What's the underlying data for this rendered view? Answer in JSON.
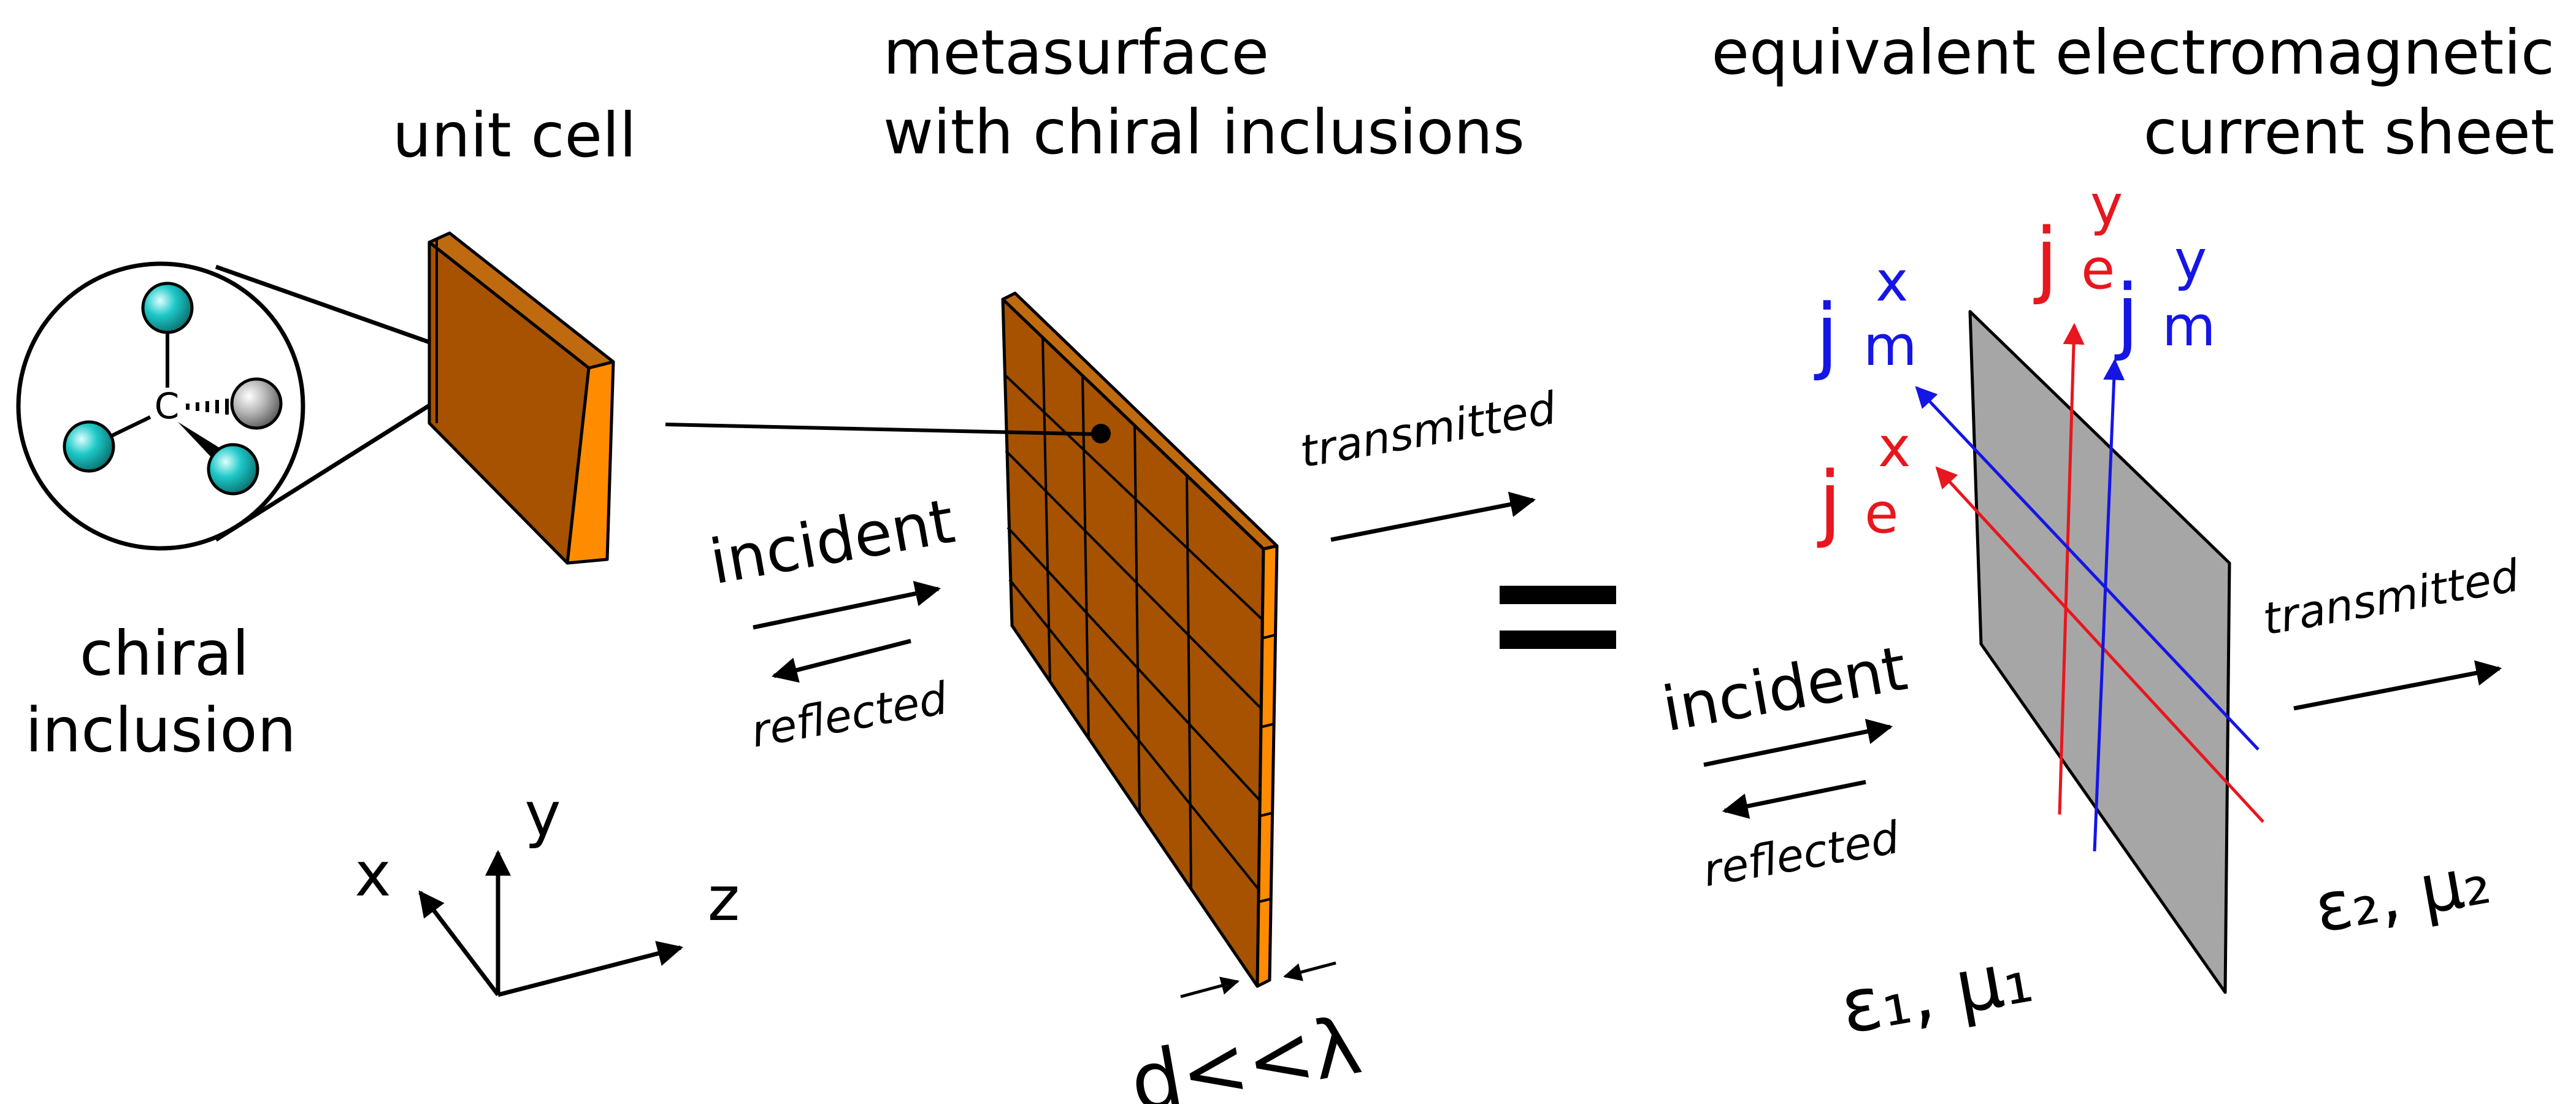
{
  "labels": {
    "unit_cell": "unit cell",
    "metasurface_line1": "metasurface",
    "metasurface_line2": "with chiral inclusions",
    "current_sheet_line1": "equivalent electromagnetic",
    "current_sheet_line2": "current sheet",
    "chiral_line1": "chiral",
    "chiral_line2": "inclusion",
    "carbon_atom": "C",
    "axis_x": "x",
    "axis_y": "y",
    "axis_z": "z",
    "incident_left": "incident",
    "reflected_left": "reflected",
    "transmitted_left": "transmitted",
    "incident_right": "incident",
    "reflected_right": "reflected",
    "transmitted_right": "transmitted",
    "thickness": "d<<λ",
    "medium1": "ε₁, μ₁",
    "medium2": "ε₂, μ₂",
    "equals": "="
  },
  "currents": {
    "jmx": {
      "base": "j",
      "sub": "m",
      "sup": "x",
      "color": "#1515e6"
    },
    "jex": {
      "base": "j",
      "sub": "e",
      "sup": "x",
      "color": "#e8161e"
    },
    "jey": {
      "base": "j",
      "sub": "e",
      "sup": "y",
      "color": "#e8161e"
    },
    "jmy": {
      "base": "j",
      "sub": "m",
      "sup": "y",
      "color": "#1515e6"
    }
  },
  "colors": {
    "cell_front": "#a65200",
    "cell_side": "#ff8c00",
    "sheet": "#a6a6a6",
    "atom_cyan": "#1ec8c8",
    "atom_grey": "#b4b4b4",
    "electric": "#e8161e",
    "magnetic": "#1515e6"
  }
}
